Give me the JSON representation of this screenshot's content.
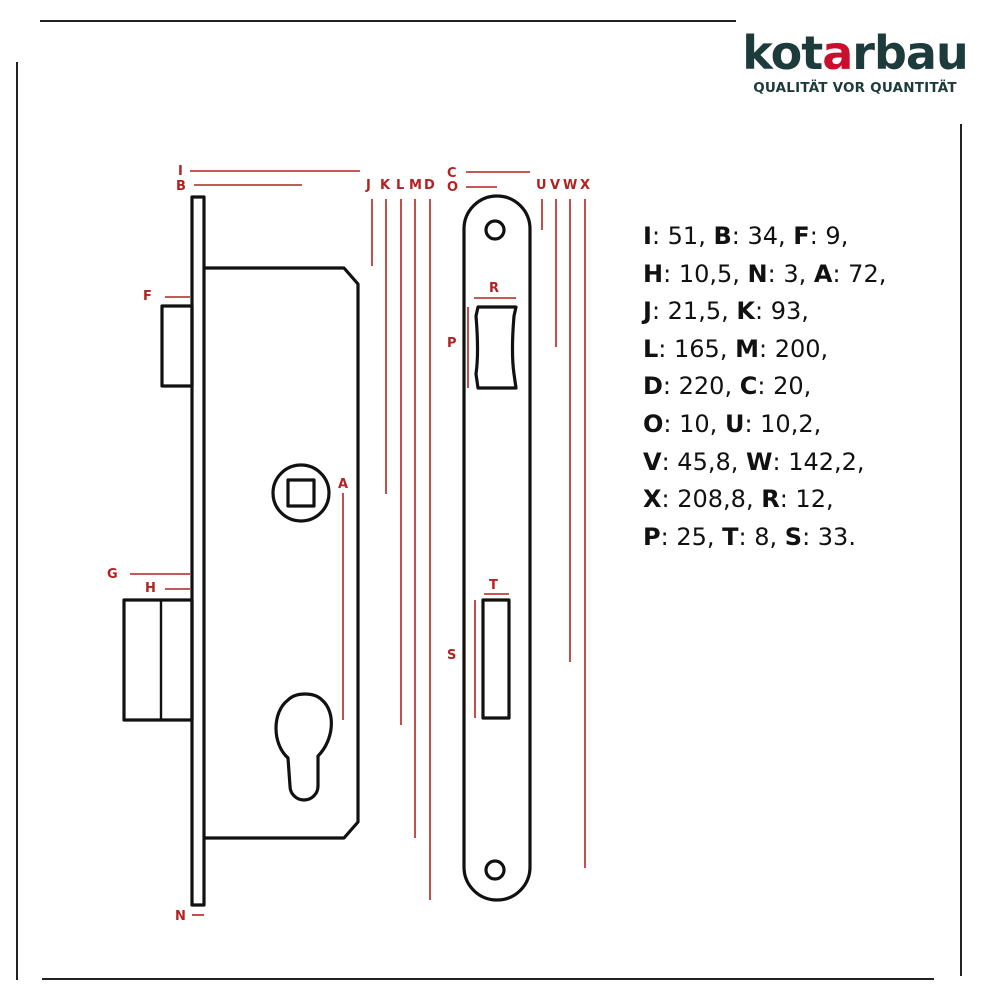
{
  "brand": {
    "name_prefix": "kot",
    "name_accent": "a",
    "name_suffix": "rbau",
    "tagline": "QUALITÄT VOR QUANTITÄT"
  },
  "labels": {
    "I": "I",
    "B": "B",
    "F": "F",
    "G": "G",
    "H": "H",
    "N": "N",
    "A": "A",
    "J": "J",
    "K": "K",
    "L": "L",
    "M": "M",
    "D": "D",
    "C": "C",
    "O": "O",
    "U": "U",
    "V": "V",
    "W": "W",
    "X": "X",
    "R": "R",
    "P": "P",
    "T": "T",
    "S": "S"
  },
  "specs": [
    [
      {
        "k": "I",
        "v": "51"
      },
      {
        "k": "B",
        "v": "34"
      },
      {
        "k": "F",
        "v": "9"
      }
    ],
    [
      {
        "k": "H",
        "v": "10,5"
      },
      {
        "k": "N",
        "v": "3"
      },
      {
        "k": "A",
        "v": "72"
      }
    ],
    [
      {
        "k": "J",
        "v": "21,5"
      },
      {
        "k": "K",
        "v": "93"
      }
    ],
    [
      {
        "k": "L",
        "v": "165"
      },
      {
        "k": "M",
        "v": "200"
      }
    ],
    [
      {
        "k": "D",
        "v": "220"
      },
      {
        "k": "C",
        "v": "20"
      }
    ],
    [
      {
        "k": "O",
        "v": "10"
      },
      {
        "k": "U",
        "v": "10,2"
      }
    ],
    [
      {
        "k": "V",
        "v": "45,8"
      },
      {
        "k": "W",
        "v": "142,2"
      }
    ],
    [
      {
        "k": "X",
        "v": "208,8"
      },
      {
        "k": "R",
        "v": "12"
      }
    ],
    [
      {
        "k": "P",
        "v": "25"
      },
      {
        "k": "T",
        "v": "8"
      },
      {
        "k": "S",
        "v": "33"
      }
    ]
  ],
  "colors": {
    "dimension": "#b22222",
    "brand_dark": "#1d3b3a",
    "brand_accent": "#c8102e",
    "outline": "#111111"
  }
}
